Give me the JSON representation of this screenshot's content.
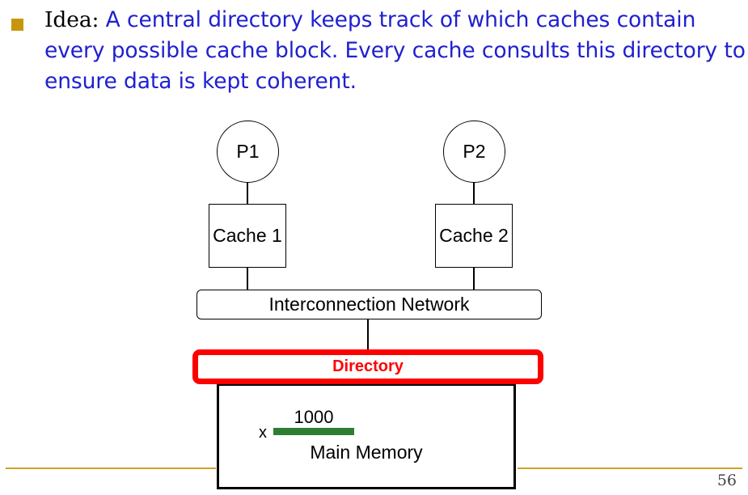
{
  "slide": {
    "page_number": "56",
    "bullet": {
      "marker_color": "#c8960c",
      "lead_label": "Idea:",
      "body_text": " A central directory keeps track of which caches contain every possible cache block. Every cache consults this directory to ensure data is kept coherent.",
      "body_color": "#2020d0"
    },
    "diagram": {
      "processors": [
        {
          "label": "P1"
        },
        {
          "label": "P2"
        }
      ],
      "caches": [
        {
          "label": "Cache 1"
        },
        {
          "label": "Cache 2"
        }
      ],
      "network": {
        "label": "Interconnection Network"
      },
      "directory": {
        "label": "Directory",
        "accent_color": "#ff0000"
      },
      "memory": {
        "label": "Main Memory",
        "variable": "x",
        "value": "1000",
        "bar_color": "#2e7d32"
      }
    },
    "footer_rule_color": "#d2a024"
  }
}
